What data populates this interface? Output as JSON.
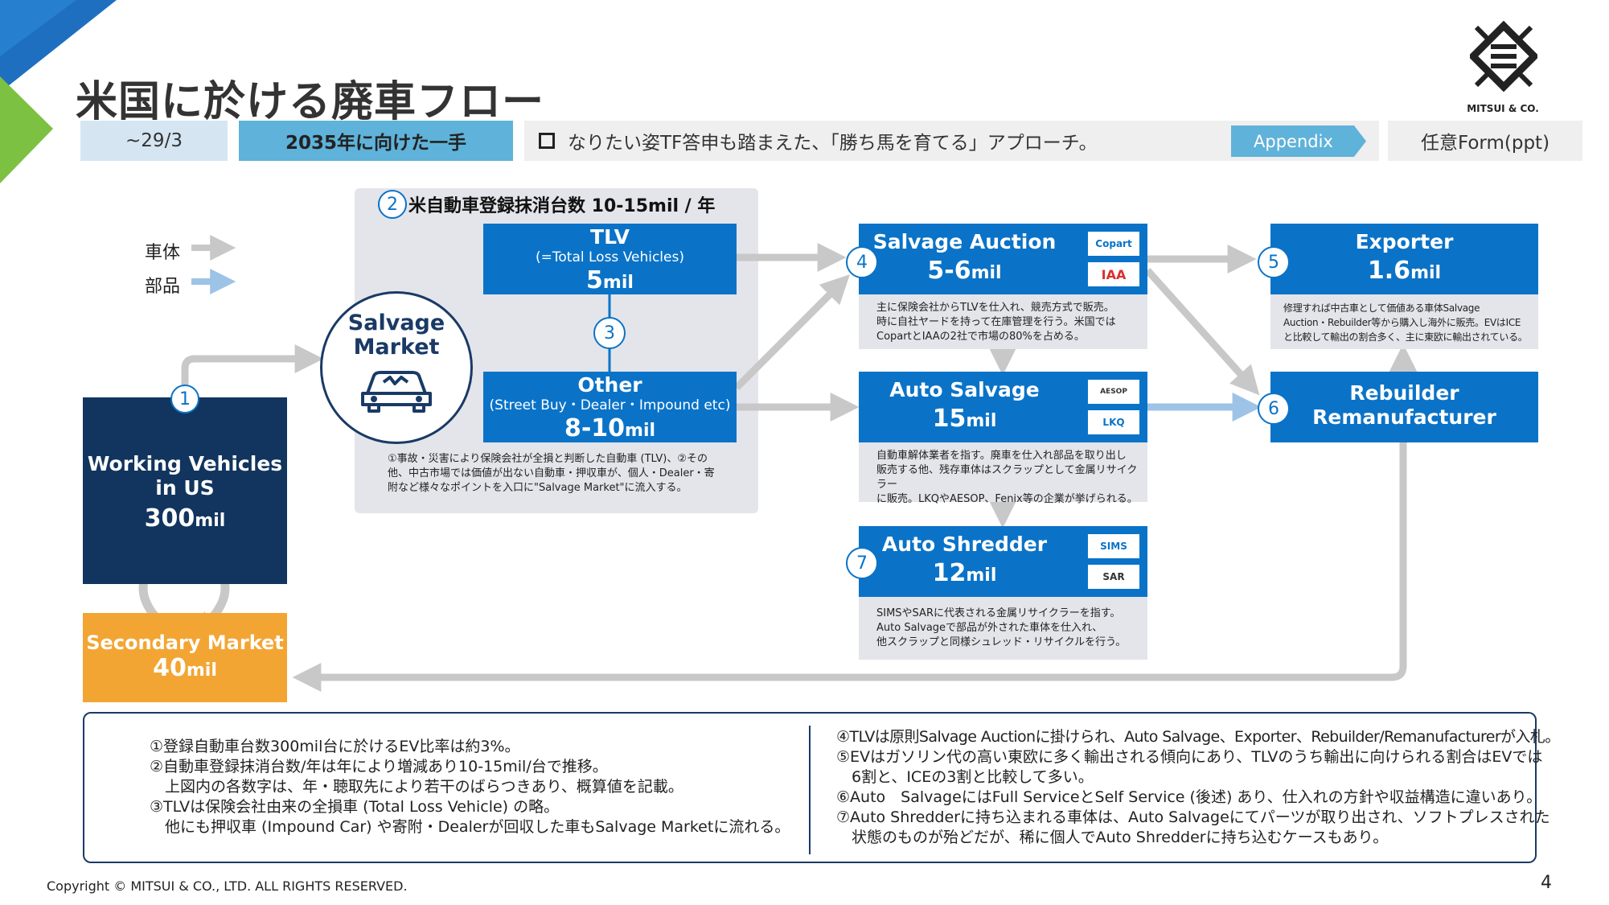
{
  "header": {
    "title": "米国に於ける廃車フロー",
    "tag_date": "~29/3",
    "tag_onehand": "2035年に向けた一手",
    "tag_approach": "なりたい姿TF答申も踏まえた、「勝ち馬を育てる」アプローチ。",
    "appendix_label": "Appendix",
    "form_label": "任意Form(ppt)"
  },
  "logo": {
    "text": "MITSUI & CO."
  },
  "legend": {
    "body_label": "車体",
    "parts_label": "部品",
    "body_color": "#bfbfbf",
    "parts_color": "#9dc3e6"
  },
  "colors": {
    "blue": "#0a73c8",
    "navy": "#11355e",
    "orange": "#f3a533",
    "gray_arrow": "#c8c8c8",
    "light_blue_arrow": "#9dc3e6"
  },
  "salvage_market": {
    "label": "Salvage Market",
    "icon": "damaged-car-icon",
    "deregistration_num": "2",
    "deregistration_label": "米自動車登録抹消台数 10-15mil / 年",
    "tlv": {
      "title": "TLV",
      "subtitle": "(=Total Loss Vehicles)",
      "value": "5",
      "unit": "mil"
    },
    "link_num": "3",
    "other": {
      "title": "Other",
      "subtitle": "(Street Buy・Dealer・Impound etc)",
      "value": "8-10",
      "unit": "mil"
    },
    "description": [
      "①事故・災害により保険会社が全損と判断した自動車 (TLV)、②その",
      "他、中古市場では価値が出ない自動車・押収車が、個人・Dealer・寄",
      "附など様々なポイントを入口に\"Salvage Market\"に流入する。"
    ]
  },
  "working": {
    "num": "1",
    "title_line1": "Working Vehicles",
    "title_line2": "in US",
    "value": "300",
    "unit": "mil"
  },
  "secondary": {
    "title": "Secondary Market",
    "value": "40",
    "unit": "mil"
  },
  "salvage_auction": {
    "num": "4",
    "title": "Salvage Auction",
    "value": "5-6",
    "unit": "mil",
    "logos": [
      "Copart",
      "IAA"
    ],
    "description": [
      "主に保険会社からTLVを仕入れ、競売方式で販売。",
      "時に自社ヤードを持って在庫管理を行う。米国では",
      "CopartとIAAの2社で市場の80%を占める。"
    ]
  },
  "auto_salvage": {
    "title": "Auto Salvage",
    "value": "15",
    "unit": "mil",
    "logos": [
      "AESOP",
      "LKQ"
    ],
    "description": [
      "自動車解体業者を指す。廃車を仕入れ部品を取り出し",
      "販売する他、残存車体はスクラップとして金属リサイクラー",
      "に販売。LKQやAESOP、Fenix等の企業が挙げられる。"
    ]
  },
  "auto_shredder": {
    "num": "7",
    "title": "Auto Shredder",
    "value": "12",
    "unit": "mil",
    "logos": [
      "SIMS",
      "SAR"
    ],
    "description": [
      "SIMSやSARに代表される金属リサイクラーを指す。",
      "Auto Salvageで部品が外された車体を仕入れ、",
      "他スクラップと同様シュレッド・リサイクルを行う。"
    ]
  },
  "exporter": {
    "num": "5",
    "title": "Exporter",
    "value": "1.6",
    "unit": "mil",
    "description": [
      "修理すれば中古車として価値ある車体Salvage",
      "Auction・Rebuilder等から購入し海外に販売。EVはICE",
      "と比較して輸出の割合多く、主に東欧に輸出されている。"
    ]
  },
  "rebuilder": {
    "num": "6",
    "title_line1": "Rebuilder",
    "title_line2": "Remanufacturer"
  },
  "notes": {
    "left": [
      "①登録自動車台数300mil台に於けるEV比率は約3%。",
      "②自動車登録抹消台数/年は年により増減あり10-15mil/台で推移。",
      "　上図内の各数字は、年・聴取先により若干のばらつきあり、概算値を記載。",
      "③TLVは保険会社由来の全損車 (Total Loss Vehicle) の略。",
      "　他にも押収車 (Impound Car) や寄附・Dealerが回収した車もSalvage Marketに流れる。"
    ],
    "right": [
      "④TLVは原則Salvage Auctionに掛けられ、Auto Salvage、Exporter、Rebuilder/Remanufacturerが入札。",
      "⑤EVはガソリン代の高い東欧に多く輸出される傾向にあり、TLVのうち輸出に向けられる割合はEVでは",
      "　6割と、ICEの3割と比較して多い。",
      "⑥Auto　SalvageにはFull ServiceとSelf Service (後述) あり、仕入れの方針や収益構造に違いあり。",
      "⑦Auto Shredderに持ち込まれる車体は、Auto Salvageにてパーツが取り出され、ソフトプレスされた",
      "　状態のものが殆どだが、稀に個人でAuto Shredderに持ち込むケースもあり。"
    ]
  },
  "footer": {
    "copyright": "Copyright © MITSUI & CO., LTD. ALL RIGHTS RESERVED.",
    "page_number": "4"
  }
}
